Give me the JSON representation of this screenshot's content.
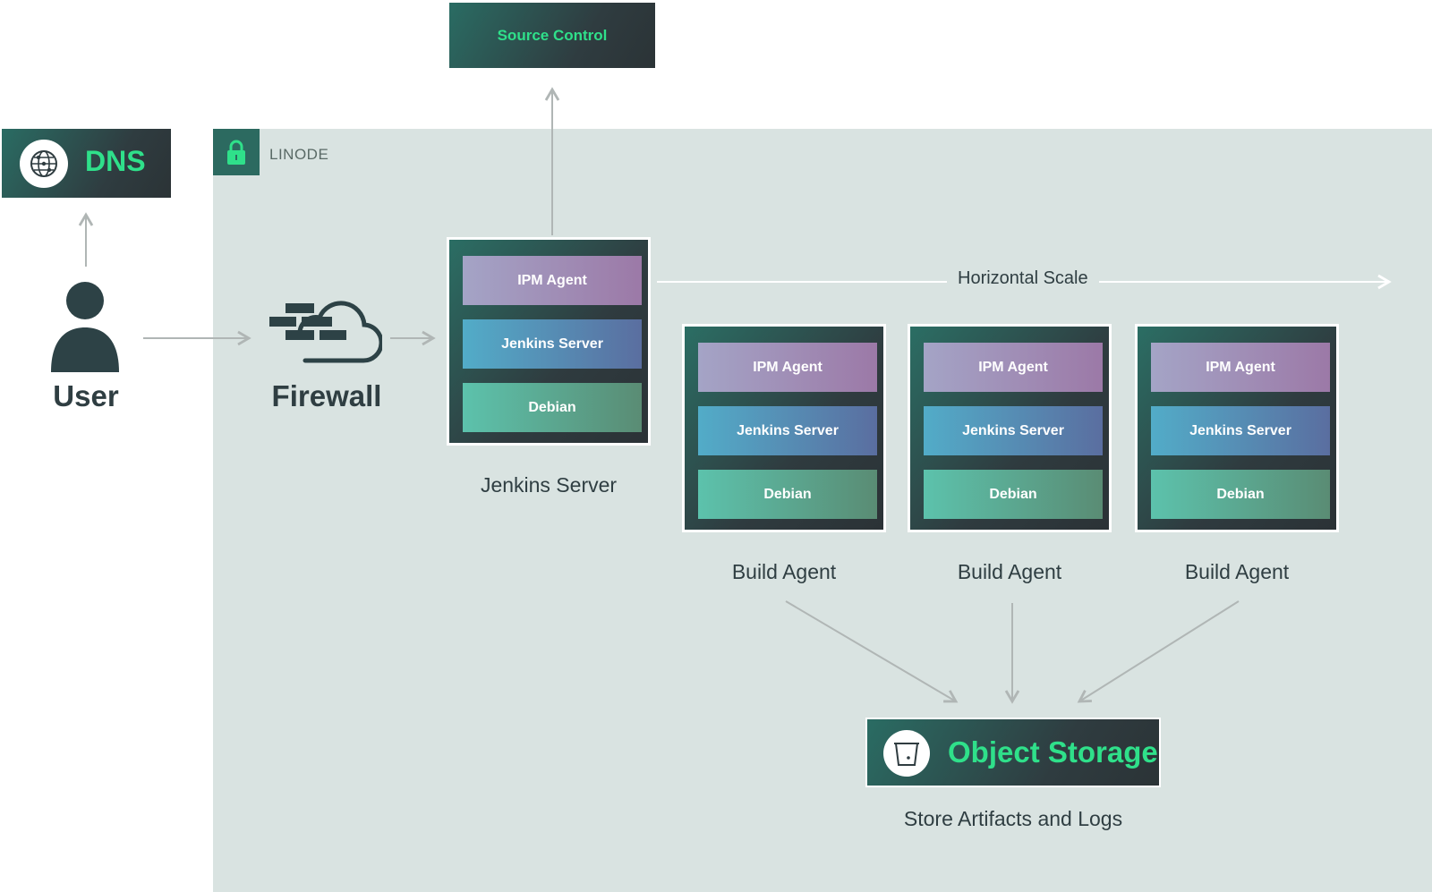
{
  "source_control": {
    "label": "Source Control"
  },
  "dns": {
    "label": "DNS",
    "icon": "globe-icon"
  },
  "user": {
    "label": "User",
    "icon": "person-icon"
  },
  "firewall": {
    "label": "Firewall",
    "icon": "brick-cloud-icon"
  },
  "region": {
    "label": "LINODE",
    "icon": "lock-icon"
  },
  "jenkins_node": {
    "layers": [
      "IPM Agent",
      "Jenkins Server",
      "Debian"
    ],
    "caption": "Jenkins Server"
  },
  "build_agents": [
    {
      "layers": [
        "IPM Agent",
        "Jenkins Server",
        "Debian"
      ],
      "caption": "Build Agent"
    },
    {
      "layers": [
        "IPM Agent",
        "Jenkins Server",
        "Debian"
      ],
      "caption": "Build Agent"
    },
    {
      "layers": [
        "IPM Agent",
        "Jenkins Server",
        "Debian"
      ],
      "caption": "Build Agent"
    }
  ],
  "horizontal_scale": {
    "label": "Horizontal Scale"
  },
  "object_storage": {
    "label": "Object Storage",
    "icon": "bucket-icon",
    "caption": "Store Artifacts and Logs"
  },
  "colors": {
    "accent": "#2fe08a",
    "region_bg": "#d9e3e1",
    "dark": "#2f3c40",
    "text": "#2f3e42"
  }
}
